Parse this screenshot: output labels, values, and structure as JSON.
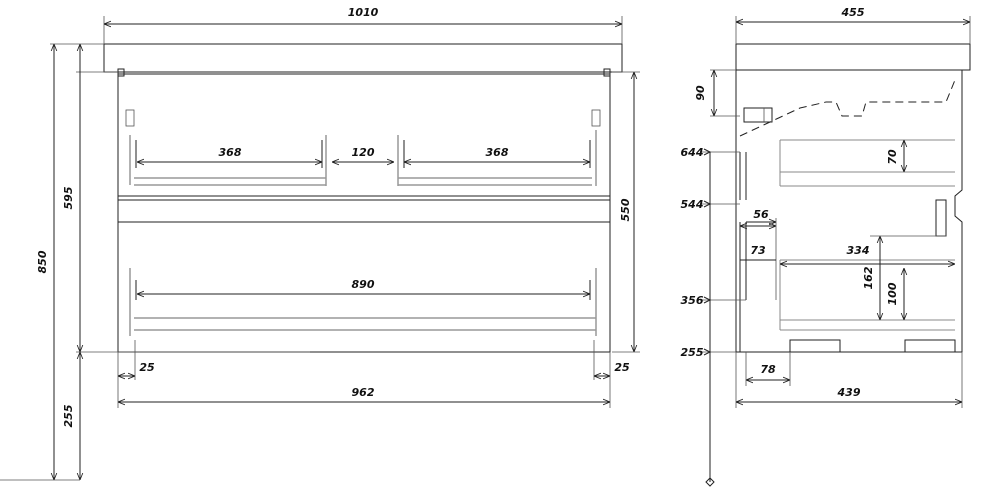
{
  "front_view": {
    "top_width": "1010",
    "height_total": "850",
    "height_upper": "595",
    "height_lower": "255",
    "body_height": "550",
    "drawer_left_width": "368",
    "drawer_gap": "120",
    "drawer_right_width": "368",
    "drawer_bottom_width": "890",
    "offset_left": "25",
    "offset_right": "25",
    "body_width": "962"
  },
  "side_view": {
    "top_depth": "455",
    "upper_gap": "90",
    "level_644": "644",
    "level_544": "544",
    "level_356": "356",
    "level_255": "255",
    "drawer_top_height": "70",
    "siphon_width": "56",
    "offset_73": "73",
    "drawer_depth": "334",
    "height_162": "162",
    "drawer_bottom_height": "100",
    "foot_78": "78",
    "body_depth": "439"
  }
}
